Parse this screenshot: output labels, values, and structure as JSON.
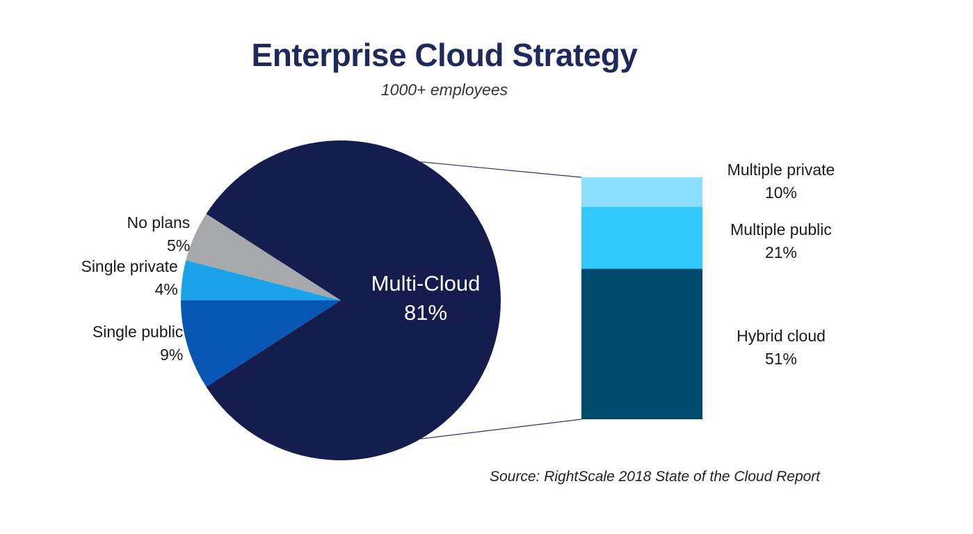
{
  "chart_data": {
    "type": "pie",
    "title": "Enterprise Cloud Strategy",
    "subtitle": "1000+ employees",
    "pie": {
      "slices": [
        {
          "label": "Multi-Cloud",
          "value": 81,
          "value_label": "81%",
          "color": "#141d4d"
        },
        {
          "label": "Single public",
          "value": 9,
          "value_label": "9%",
          "color": "#0756b3"
        },
        {
          "label": "Single private",
          "value": 4,
          "value_label": "4%",
          "color": "#1aa3e8"
        },
        {
          "label": "No plans",
          "value": 5,
          "value_label": "5%",
          "color": "#a6a8ab"
        }
      ]
    },
    "breakdown": {
      "type": "stacked-bar",
      "parent": "Multi-Cloud",
      "segments": [
        {
          "label": "Hybrid cloud",
          "value": 51,
          "value_label": "51%",
          "color": "#004a6e"
        },
        {
          "label": "Multiple public",
          "value": 21,
          "value_label": "21%",
          "color": "#33c8fa"
        },
        {
          "label": "Multiple private",
          "value": 10,
          "value_label": "10%",
          "color": "#8cdffc"
        }
      ]
    },
    "source": "Source: RightScale 2018 State of the Cloud Report"
  }
}
